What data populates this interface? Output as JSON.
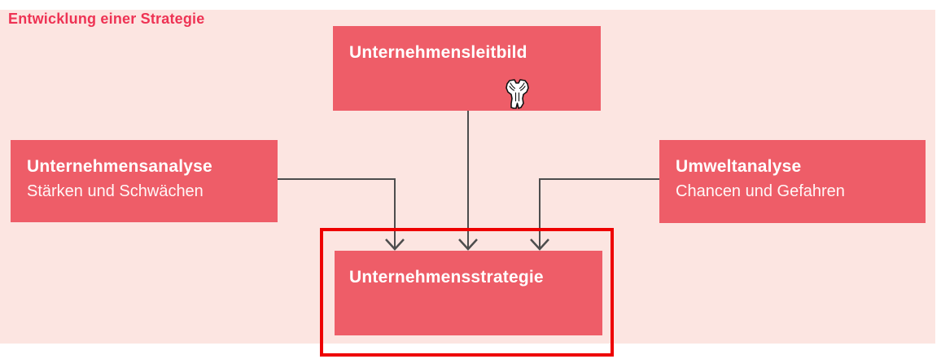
{
  "title": "Entwicklung einer Strategie",
  "colors": {
    "background": "#ffffff",
    "panel_pink": "#fce5e1",
    "node_red": "#ee5d68",
    "title_red": "#ee3354",
    "node_text": "#ffffff",
    "connector_gray": "#4d4d4d",
    "highlight_border_red": "#ee0000"
  },
  "diagram": {
    "nodes": [
      {
        "id": "unternehmensleitbild",
        "title": "Unternehmensleitbild",
        "subtitle": "",
        "highlighted": false
      },
      {
        "id": "unternehmensanalyse",
        "title": "Unternehmensanalyse",
        "subtitle": "Stärken und Schwächen",
        "highlighted": false
      },
      {
        "id": "umweltanalyse",
        "title": "Umweltanalyse",
        "subtitle": "Chancen und Gefahren",
        "highlighted": false
      },
      {
        "id": "unternehmensstrategie",
        "title": "Unternehmensstrategie",
        "subtitle": "",
        "highlighted": true
      }
    ],
    "connections": [
      {
        "from": "unternehmensleitbild",
        "to": "unternehmensstrategie",
        "style": "arrow-down"
      },
      {
        "from": "unternehmensanalyse",
        "to": "unternehmensstrategie",
        "style": "elbow-right-down-arrow"
      },
      {
        "from": "umweltanalyse",
        "to": "unternehmensstrategie",
        "style": "elbow-left-down-arrow"
      }
    ],
    "cursor": {
      "icon": "mascot-cursor-icon"
    }
  }
}
